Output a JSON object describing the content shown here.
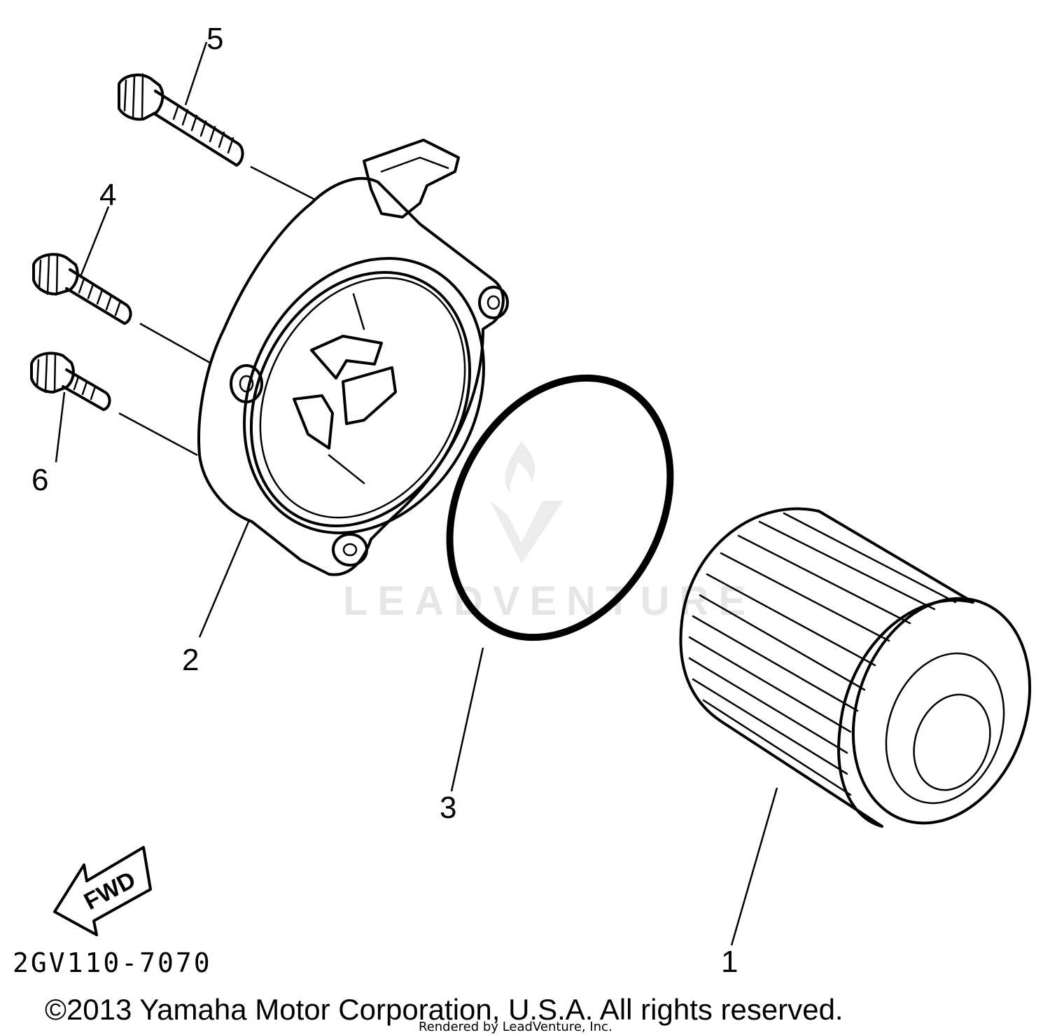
{
  "diagram_code": "2GV110-7070",
  "copyright": "©2013 Yamaha Motor Corporation, U.S.A. All rights reserved.",
  "rendered_by": "Rendered by LeadVenture, Inc.",
  "watermark": "LEADVENTURE",
  "fwd_label": "FWD",
  "callouts": [
    {
      "id": "1",
      "label": "1"
    },
    {
      "id": "2",
      "label": "2"
    },
    {
      "id": "3",
      "label": "3"
    },
    {
      "id": "4",
      "label": "4"
    },
    {
      "id": "5",
      "label": "5"
    },
    {
      "id": "6",
      "label": "6"
    }
  ]
}
